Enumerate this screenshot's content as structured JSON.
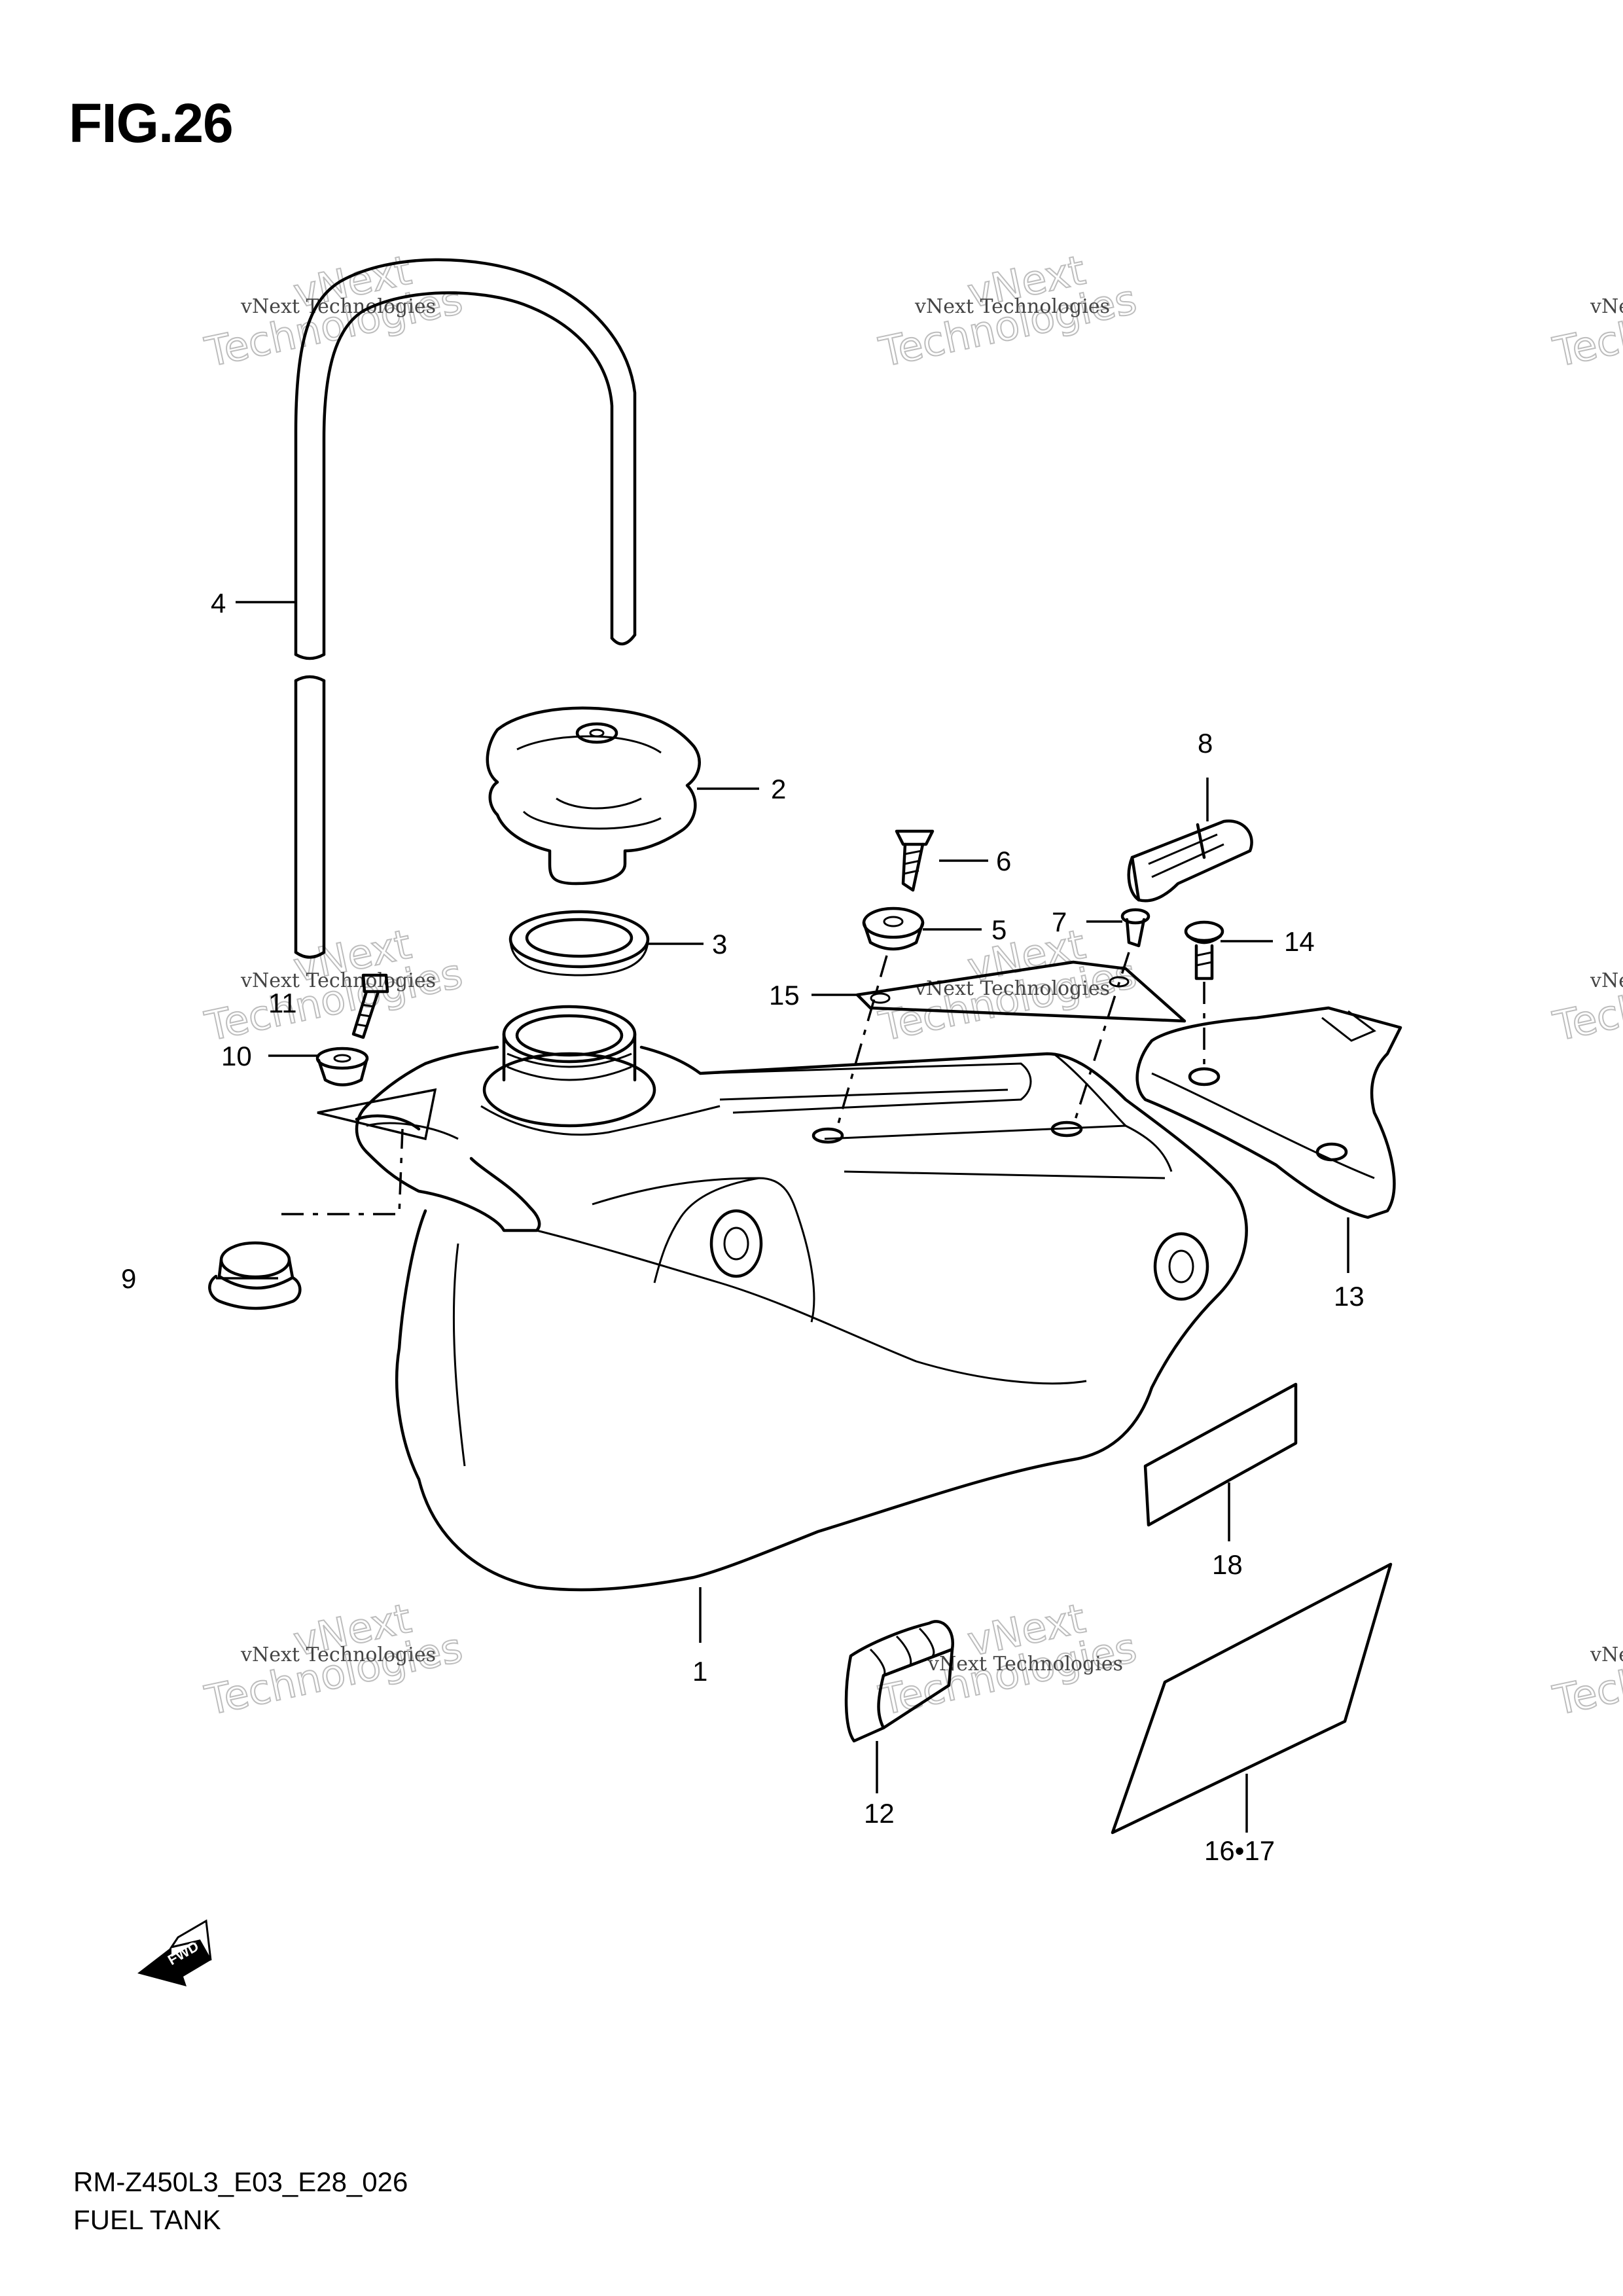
{
  "figure": {
    "title": "FIG.26",
    "code": "RM-Z450L3_E03_E28_026",
    "name": "FUEL TANK"
  },
  "watermark": {
    "line1": "vNext Technologies",
    "big1": "vNext",
    "big2": "Technologies"
  },
  "callouts": {
    "c1": "1",
    "c2": "2",
    "c3": "3",
    "c4": "4",
    "c5": "5",
    "c6": "6",
    "c7": "7",
    "c8": "8",
    "c9": "9",
    "c10": "10",
    "c11": "11",
    "c12": "12",
    "c13": "13",
    "c14": "14",
    "c15": "15",
    "c1617": "16•17",
    "c18": "18"
  },
  "fwd_arrow": {
    "label": "FWD",
    "icon": "fwd-arrow-icon"
  }
}
